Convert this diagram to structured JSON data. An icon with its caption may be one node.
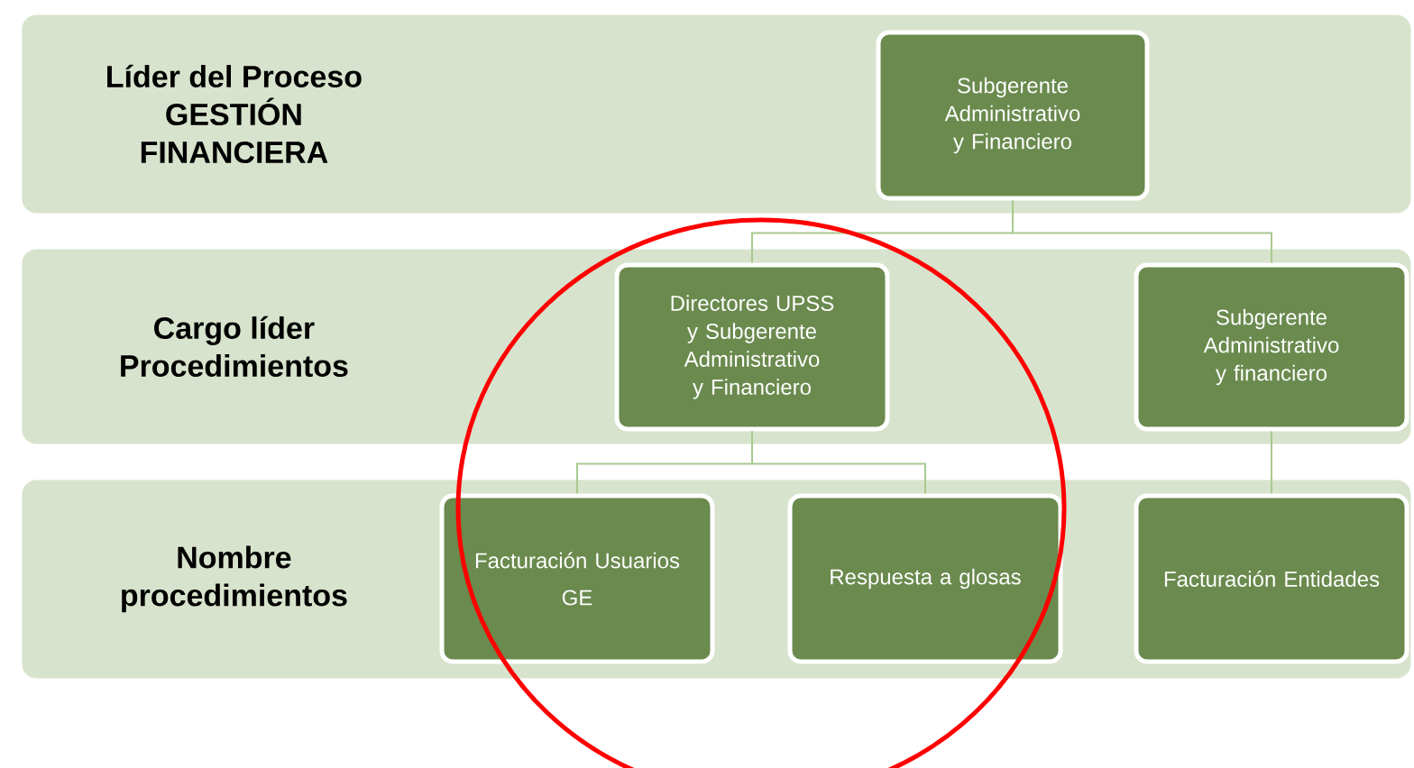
{
  "diagram": {
    "nodes": [
      {
        "text": [
          "Líder del Proceso GESTIÓN FINANCIERA"
        ]
      },
      {
        "text": [
          "Subgerente Administrativo y Financiero"
        ],
        "in": 0
      },
      {
        "text": [
          "Cargo líder Procedimientos"
        ]
      },
      {
        "text": [
          "Directores UPSS y Subgerente Administrativo y Financiero"
        ],
        "in": 2
      },
      {
        "text": [
          "Subgerente Administrativo y financiero"
        ],
        "in": 2
      },
      {
        "text": [
          "Nombre procedimientos"
        ]
      },
      {
        "text": [
          "Facturación Usuarios",
          "GE"
        ],
        "in": 5
      },
      {
        "text": [
          "Respuesta a glosas"
        ],
        "in": 5
      },
      {
        "text": [
          "Facturación Entidades"
        ],
        "in": 5
      }
    ],
    "edges": [
      {
        "from": 1,
        "to": 3,
        "arrow": "none"
      },
      {
        "from": 1,
        "to": 4,
        "arrow": "none"
      },
      {
        "from": 3,
        "to": 6,
        "arrow": "none"
      },
      {
        "from": 3,
        "to": 7,
        "arrow": "none"
      },
      {
        "from": 4,
        "to": 8,
        "arrow": "none"
      }
    ]
  }
}
